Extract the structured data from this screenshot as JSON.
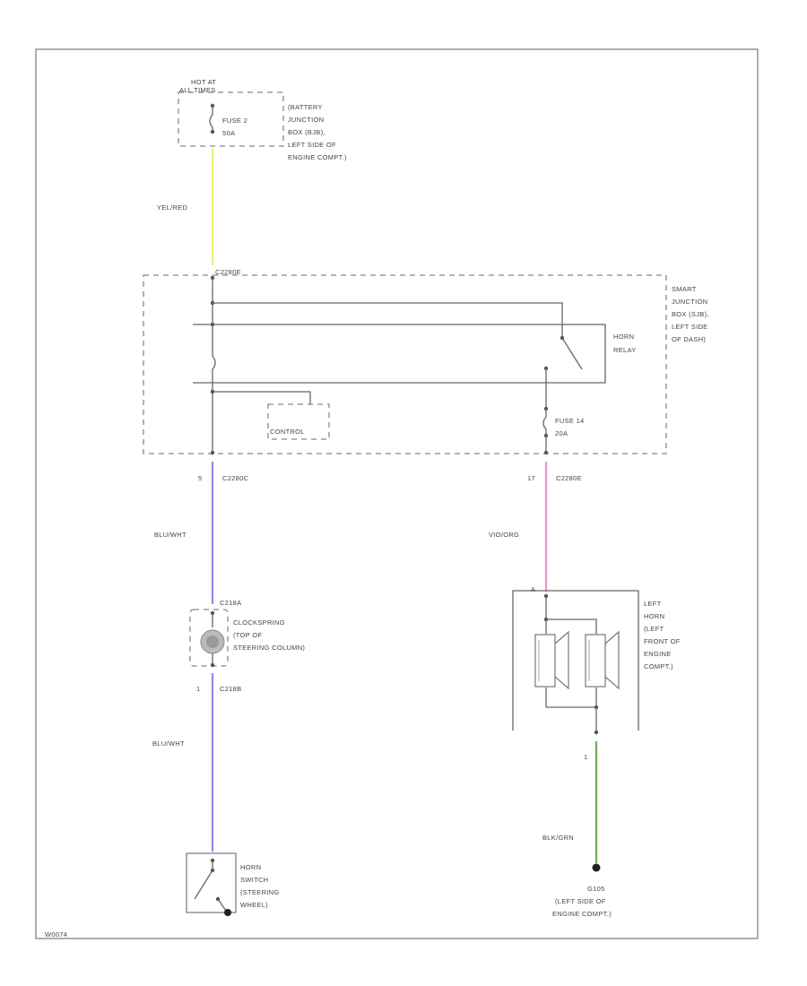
{
  "colors": {
    "yel_red": "#f2f27a",
    "blu_wht": "#8c8cf2",
    "vio_org": "#f290c8",
    "blk_grn": "#6faa5a",
    "line": "#666666"
  },
  "labels": {
    "hot_at": "HOT AT",
    "all_times": "ALL TIMES",
    "fuse2": "FUSE 2",
    "fuse2_rating": "50A",
    "bjb1": "(BATTERY",
    "bjb2": "JUNCTION",
    "bjb3": "BOX (BJB),",
    "bjb4": "LEFT SIDE OF",
    "bjb5": "ENGINE COMPT.)",
    "wire_yel_red": "YEL/RED",
    "c2280e": "C2280E",
    "sjb1": "SMART",
    "sjb2": "JUNCTION",
    "sjb3": "BOX (SJB),",
    "sjb4": "LEFT SIDE",
    "sjb5": "OF DASH)",
    "horn_relay1": "HORN",
    "horn_relay2": "RELAY",
    "control": "CONTROL",
    "fuse14": "FUSE 14",
    "fuse14_rating": "20A",
    "pin_left": "5",
    "c2280c": "C2280C",
    "pin_right": "17",
    "c2280e_lower": "C2280E",
    "wire_blu_wht1": "BLU/WHT",
    "wire_vio_org": "VIO/ORG",
    "c218a": "C218A",
    "cs1": "CLOCKSPRING",
    "cs2": "(TOP OF",
    "cs3": "STEERING COLUMN)",
    "pin_1": "1",
    "c218b": "C218B",
    "pin_a": "A",
    "horn1": "LEFT",
    "horn2": "HORN",
    "horn3": "(LEFT",
    "horn4": "FRONT OF",
    "horn5": "ENGINE",
    "horn6": "COMPT.)",
    "pin_horn_b": "1",
    "wire_blu_wht2": "BLU/WHT",
    "wire_blk_grn": "BLK/GRN",
    "hs1": "HORN",
    "hs2": "SWITCH",
    "hs3": "(STEERING",
    "hs4": "WHEEL)",
    "g1": "G105",
    "g2": "(LEFT SIDE OF",
    "g3": "ENGINE COMPT.)",
    "figure_id": "W0074"
  }
}
